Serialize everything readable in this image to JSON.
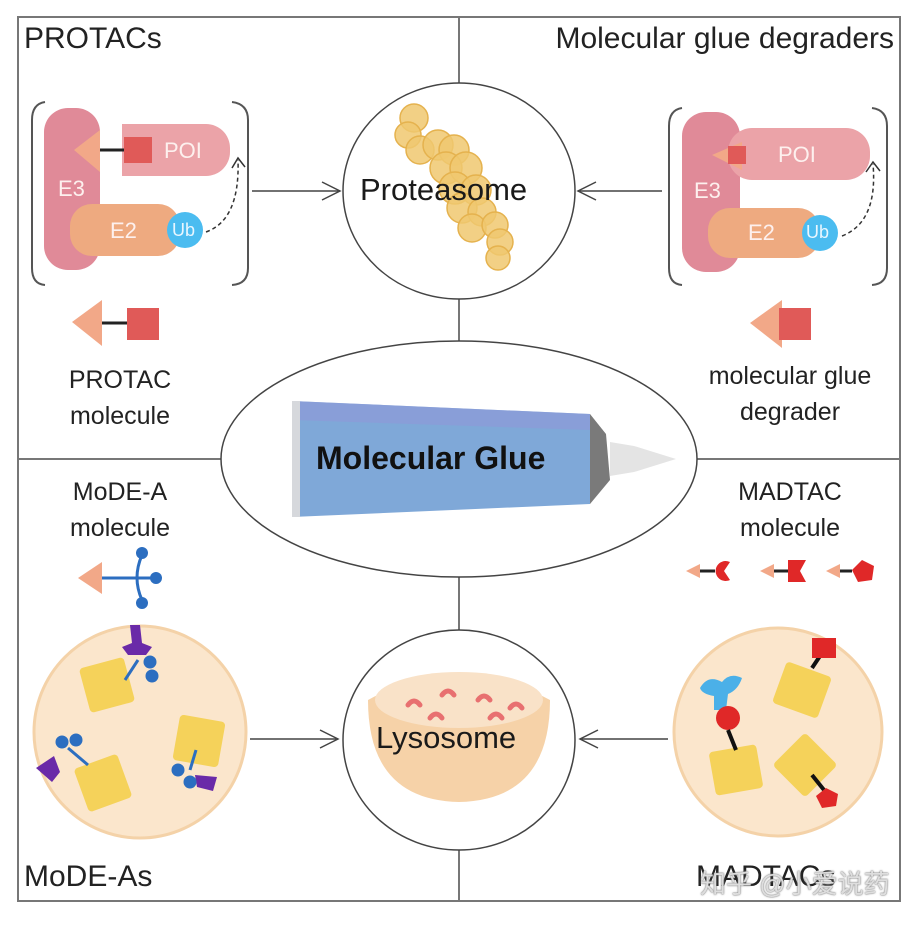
{
  "quadrants": {
    "top_left": {
      "title": "PROTACs",
      "complex": {
        "e3": "E3",
        "e2": "E2",
        "ub": "Ub",
        "poi": "POI"
      },
      "molecule_label": [
        "PROTAC",
        "molecule"
      ]
    },
    "top_right": {
      "title": "Molecular glue degraders",
      "complex": {
        "e3": "E3",
        "e2": "E2",
        "ub": "Ub",
        "poi": "POI"
      },
      "molecule_label": [
        "molecular glue",
        "degrader"
      ]
    },
    "bottom_left": {
      "title": "MoDE-As",
      "molecule_label": [
        "MoDE-A",
        "molecule"
      ]
    },
    "bottom_right": {
      "title": "MADTACs",
      "molecule_label": [
        "MADTAC",
        "molecule"
      ]
    }
  },
  "center": {
    "proteasome": "Proteasome",
    "lysosome": "Lysosome",
    "glue": "Molecular Glue"
  },
  "watermark": "知乎 @小爱说药",
  "colors": {
    "e3": "#e08a98",
    "poi": "#eba3a8",
    "e2": "#eeaa80",
    "ub": "#4bbcf0",
    "ligand_red": "#e05a58",
    "ligand_peach": "#f2a888",
    "proteasome": "#f0c870",
    "lysosome_bowl": "#f6d2a8",
    "cell": "#fbe6cc",
    "cargo": "#f5d25a",
    "mode_a_blue": "#2c6ec0",
    "mode_a_purple": "#6a2aa8",
    "madtac_red": "#e02828",
    "glue_tube": "#7fa8d8"
  }
}
